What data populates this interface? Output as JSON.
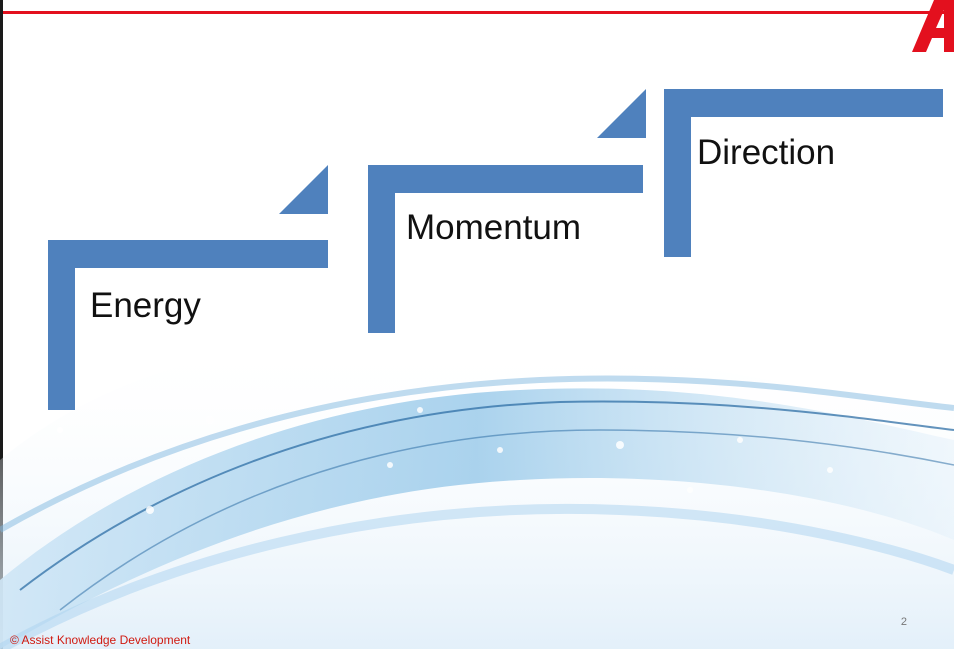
{
  "slide": {
    "steps": [
      {
        "label": "Energy"
      },
      {
        "label": "Momentum"
      },
      {
        "label": "Direction"
      }
    ],
    "footer": "© Assist Knowledge Development",
    "page_number": "2"
  },
  "colors": {
    "step_fill": "#4f81bd",
    "accent_red": "#e3101e",
    "footer_text": "#d01a10",
    "wave_blue": "#5aa5d9"
  },
  "icons": {
    "logo": "red-a-logo-icon"
  }
}
